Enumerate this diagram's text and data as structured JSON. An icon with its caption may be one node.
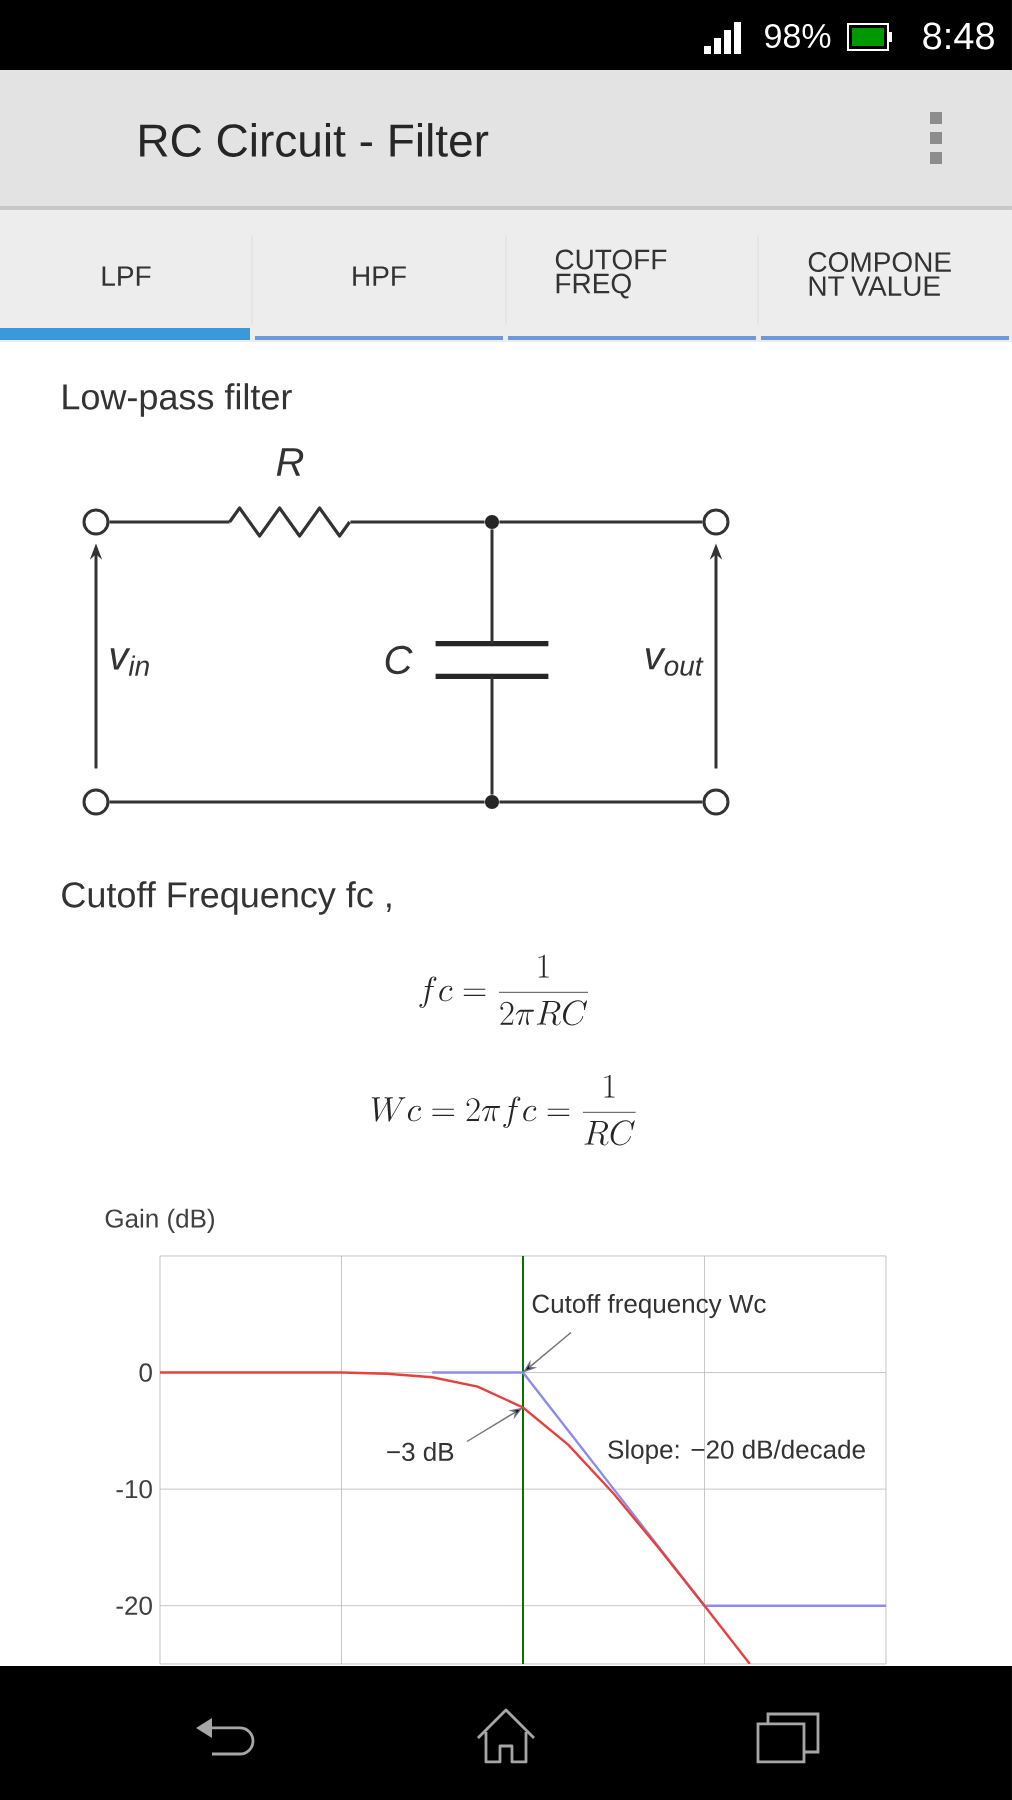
{
  "diagram": {
    "title": "RC Circuit - Filter",
    "nodes": [
      {
        "text": [],
        "shape": "circle"
      },
      {
        "text": [
          "R"
        ]
      },
      {
        "text": [],
        "shape": "circle"
      },
      {
        "text": [],
        "shape": "circle"
      },
      {
        "text": [
          "C"
        ]
      },
      {
        "text": [],
        "shape": "circle"
      },
      {
        "text": [],
        "shape": "circle"
      },
      {
        "text": [],
        "shape": "circle"
      }
    ],
    "edges": [
      {
        "from": 0,
        "to": 1,
        "arrow": "none"
      },
      {
        "from": 1,
        "to": 2,
        "arrow": "none"
      },
      {
        "from": 2,
        "to": 3,
        "arrow": "none"
      },
      {
        "from": 2,
        "to": 4,
        "arrow": "none"
      },
      {
        "from": 4,
        "to": 6,
        "arrow": "none"
      },
      {
        "from": 5,
        "to": 6,
        "arrow": "none"
      },
      {
        "from": 6,
        "to": 7,
        "arrow": "none"
      },
      {
        "from": 5,
        "to": 0,
        "arrow": "to",
        "label": "v$_{in}$"
      },
      {
        "from": 7,
        "to": 3,
        "arrow": "to",
        "label": "v$_{out}$"
      }
    ],
    "labels": [
      "98%",
      "8:48",
      "LPF",
      "HPF",
      "CUTOFF FREQ",
      "COMPONE NT VALUE",
      "Low-pass filter",
      "Cutoff Frequency fc ,",
      "fc = \\frac{1}{2\\pi RC}",
      "W c = 2\\pi f c = \\frac{1}{RC}"
    ],
    "chart_data": {
      "type": "line",
      "ylabel": "Gain (dB)",
      "categories": [
        null,
        null,
        null,
        null,
        null,
        null,
        null,
        null,
        null,
        null,
        null,
        null,
        null,
        null,
        null,
        null,
        null
      ],
      "series": [
        {
          "color": "#8c8cf0",
          "values": [
            null,
            null,
            null,
            null,
            null,
            null,
            0,
            0,
            0,
            -5,
            -10,
            -15,
            -20,
            -20,
            -20,
            -20,
            -20
          ]
        },
        {
          "color": "#e8413c",
          "values": [
            0,
            0,
            0,
            0,
            0,
            -0.1,
            -0.4,
            -1.2,
            -3.0,
            -6.2,
            -10.4,
            -15.1,
            -20.0,
            -25.0,
            null,
            null,
            null
          ]
        }
      ],
      "ylim": [
        -25,
        10
      ],
      "grid": true,
      "yticks": [
        {
          "value": 0,
          "label": "0"
        },
        {
          "value": -10,
          "label": "-10"
        },
        {
          "value": -20,
          "label": "-20"
        }
      ],
      "annotations": [
        {
          "text": "Cutoff frequency Wc"
        },
        {
          "text": "−3 dB"
        },
        {
          "text": "Slope: −20 dB/decade"
        }
      ]
    }
  }
}
